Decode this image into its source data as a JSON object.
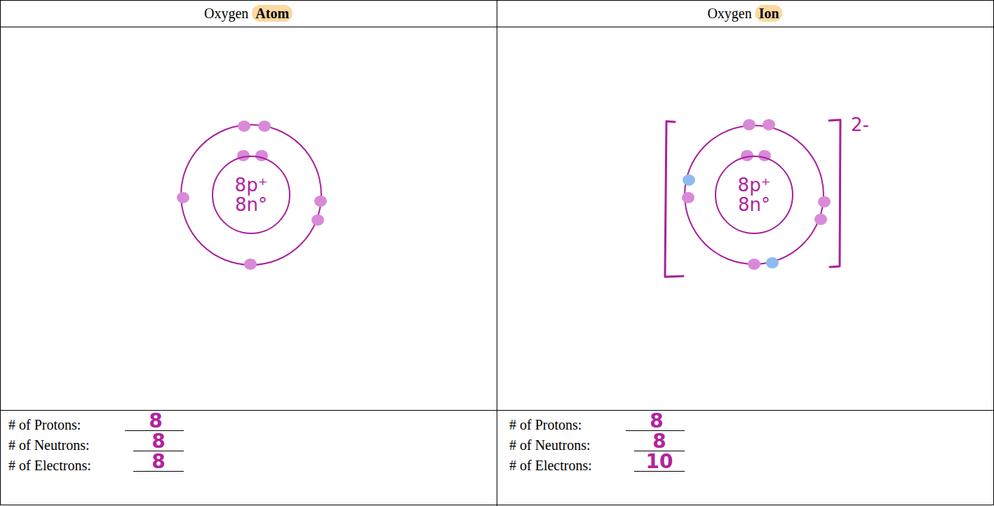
{
  "diagram": {
    "nodes": [
      {
        "text": [
          "8p⁺",
          "8n°"
        ]
      },
      {
        "text": [
          "8p⁺",
          "8n°"
        ]
      }
    ],
    "labels": [
      "Oxygen",
      "Atom",
      "Oxygen",
      "Ion",
      "2-",
      "# of Protons:",
      "8",
      "# of Neutrons:",
      "8",
      "# of Electrons:",
      "8",
      "# of Protons:",
      "8",
      "# of Neutrons:",
      "8",
      "# of Electrons:",
      "10"
    ]
  }
}
